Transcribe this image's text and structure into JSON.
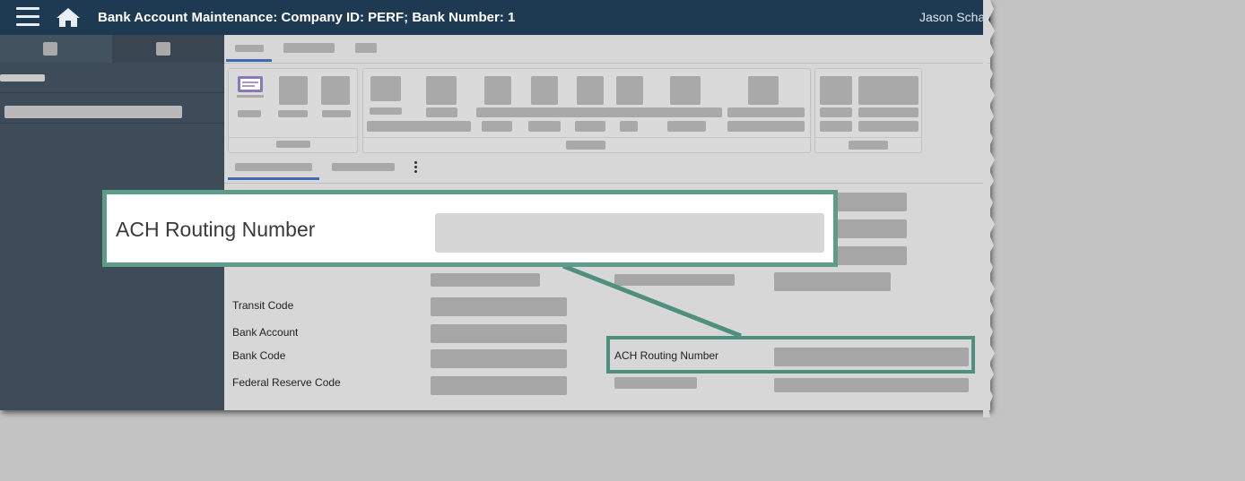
{
  "header": {
    "title": "Bank Account Maintenance: Company ID: PERF; Bank Number: 1",
    "user": "Jason Schar"
  },
  "form": {
    "fields": [
      {
        "label": "Transit Code",
        "value": ""
      },
      {
        "label": "Bank Account",
        "value": ""
      },
      {
        "label": "Bank Code",
        "value": ""
      },
      {
        "label": "Federal Reserve Code",
        "value": ""
      }
    ],
    "ach_routing_label": "ACH Routing Number",
    "ach_routing_value": ""
  },
  "callout": {
    "label": "ACH Routing Number",
    "value": ""
  },
  "colors": {
    "header_bg": "#1e3a52",
    "sidebar_bg": "#3e4c59",
    "highlight": "#5d9c88",
    "tab_underline": "#3f6ab3"
  },
  "icons": [
    "menu-icon",
    "home-icon",
    "note-icon",
    "more-vertical-icon"
  ]
}
